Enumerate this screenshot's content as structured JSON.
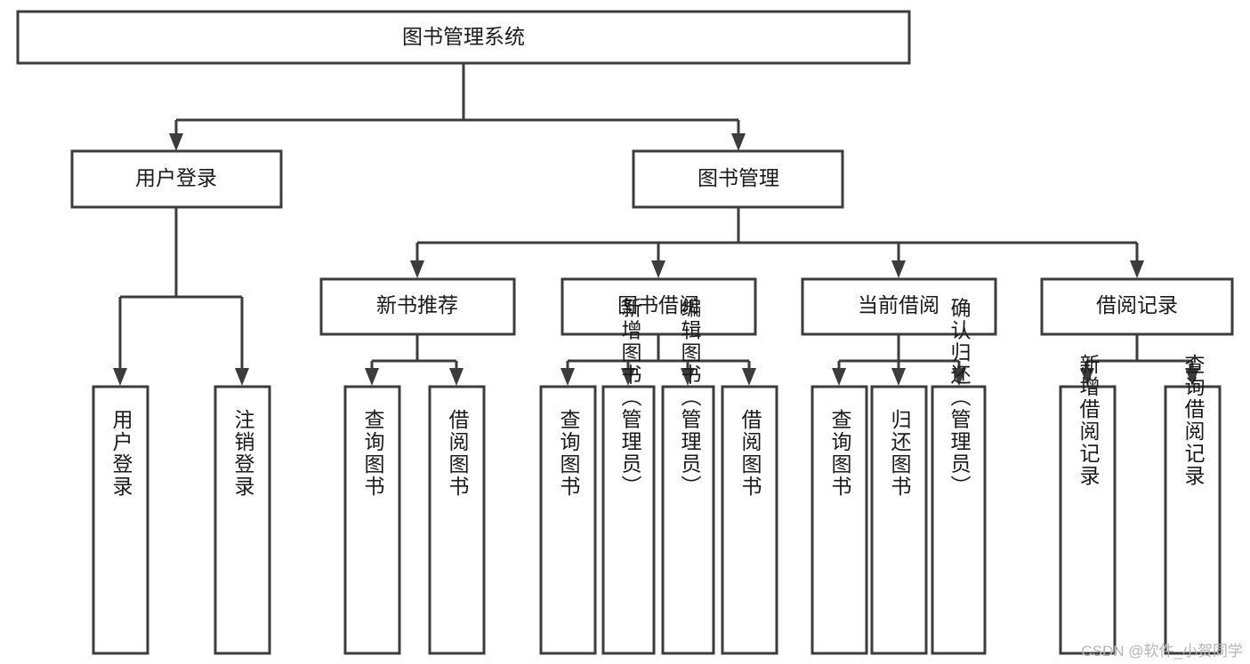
{
  "diagram": {
    "type": "tree-hierarchy-flowchart",
    "title": "图书管理系统",
    "orientation": "top-down",
    "colors": {
      "box_stroke": "#3c3c3c",
      "box_fill": "#ffffff",
      "text": "#1a1a1a",
      "background": "#ffffff",
      "watermark": "#b6b6b6"
    },
    "nodes": {
      "root": {
        "id": "root",
        "label": "图书管理系统",
        "level": 0,
        "orientation": "horizontal"
      },
      "level1": [
        {
          "id": "user-login",
          "label": "用户登录",
          "level": 1,
          "orientation": "horizontal"
        },
        {
          "id": "book-manage",
          "label": "图书管理",
          "level": 1,
          "orientation": "horizontal"
        }
      ],
      "level2": [
        {
          "id": "new-book-recommend",
          "label": "新书推荐",
          "level": 2,
          "orientation": "horizontal",
          "parent": "book-manage"
        },
        {
          "id": "book-borrow",
          "label": "图书借阅",
          "level": 2,
          "orientation": "horizontal",
          "parent": "book-manage"
        },
        {
          "id": "current-borrow",
          "label": "当前借阅",
          "level": 2,
          "orientation": "horizontal",
          "parent": "book-manage"
        },
        {
          "id": "borrow-record",
          "label": "借阅记录",
          "level": 2,
          "orientation": "horizontal",
          "parent": "book-manage"
        }
      ],
      "leaves": [
        {
          "id": "leaf-user-login",
          "label": "用户登录",
          "parent": "user-login",
          "orientation": "vertical"
        },
        {
          "id": "leaf-logout-login",
          "label": "注销登录",
          "parent": "user-login",
          "orientation": "vertical"
        },
        {
          "id": "leaf-query-book-1",
          "label": "查询图书",
          "parent": "new-book-recommend",
          "orientation": "vertical"
        },
        {
          "id": "leaf-borrow-book-1",
          "label": "借阅图书",
          "parent": "new-book-recommend",
          "orientation": "vertical"
        },
        {
          "id": "leaf-query-book-2",
          "label": "查询图书",
          "parent": "book-borrow",
          "orientation": "vertical"
        },
        {
          "id": "leaf-add-book-admin",
          "label": "新增图书（管理员）",
          "parent": "book-borrow",
          "orientation": "vertical"
        },
        {
          "id": "leaf-edit-book-admin",
          "label": "编辑图书（管理员）",
          "parent": "book-borrow",
          "orientation": "vertical"
        },
        {
          "id": "leaf-borrow-book-2",
          "label": "借阅图书",
          "parent": "book-borrow",
          "orientation": "vertical"
        },
        {
          "id": "leaf-query-book-3",
          "label": "查询图书",
          "parent": "current-borrow",
          "orientation": "vertical"
        },
        {
          "id": "leaf-return-book",
          "label": "归还图书",
          "parent": "current-borrow",
          "orientation": "vertical"
        },
        {
          "id": "leaf-confirm-return-admin",
          "label": "确认归还（管理员）",
          "parent": "current-borrow",
          "orientation": "vertical"
        },
        {
          "id": "leaf-add-borrow-record",
          "label": "新增借阅记录",
          "parent": "borrow-record",
          "orientation": "vertical"
        },
        {
          "id": "leaf-query-borrow-record",
          "label": "查询借阅记录",
          "parent": "borrow-record",
          "orientation": "vertical"
        }
      ]
    }
  },
  "watermark": {
    "text": "CSDN @软件_小贺同学"
  }
}
